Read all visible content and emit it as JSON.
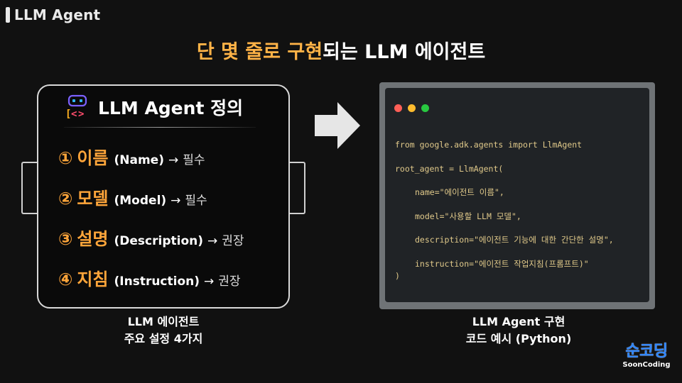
{
  "topbar": {
    "title": "LLM Agent"
  },
  "headline": {
    "highlight": "단 몇 줄로 구현",
    "rest": "되는 LLM 에이전트"
  },
  "definition_card": {
    "title": "LLM Agent 정의",
    "items": [
      {
        "num": "①",
        "keyword": "이름",
        "english": "(Name)",
        "arrow": "→",
        "requirement": "필수"
      },
      {
        "num": "②",
        "keyword": "모델",
        "english": "(Model)",
        "arrow": "→",
        "requirement": "필수"
      },
      {
        "num": "③",
        "keyword": "설명",
        "english": "(Description)",
        "arrow": "→",
        "requirement": "권장"
      },
      {
        "num": "④",
        "keyword": "지침",
        "english": "(Instruction)",
        "arrow": "→",
        "requirement": "권장"
      }
    ],
    "caption_line1": "LLM 에이전트",
    "caption_line2": "주요 설정 4가지"
  },
  "code_window": {
    "dots": [
      "#ff5f57",
      "#febc2e",
      "#28c840"
    ],
    "lines": [
      "from google.adk.agents import LlmAgent",
      "root_agent = LlmAgent(",
      "name=\"에이전트 이름\",",
      "model=\"사용할 LLM 모델\",",
      "description=\"에이전트 기능에 대한 간단한 설명\",",
      "instruction=\"에이전트 작업지침(프롬프트)\"",
      ")"
    ],
    "caption_line1": "LLM Agent 구현",
    "caption_line2": "코드 예시 (Python)"
  },
  "brand": {
    "korean": "순코딩",
    "english": "SoonCoding"
  },
  "colors": {
    "accent": "#ffa53a",
    "background": "#111111",
    "code_text": "#e0c98a",
    "brand": "#2f86ff"
  },
  "icons": [
    "robot-icon",
    "right-arrow-icon"
  ]
}
